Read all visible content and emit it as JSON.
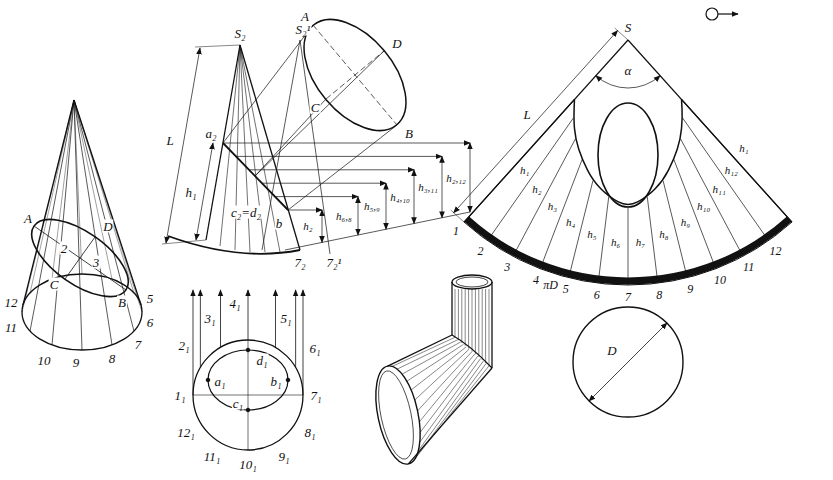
{
  "diagram": {
    "labels": [
      "A",
      "D",
      "C",
      "2",
      "3",
      "B",
      "5",
      "12",
      "11",
      "10",
      "9",
      "8",
      "7",
      "6",
      "S₂",
      "S₂¹",
      "A",
      "D",
      "C",
      "B",
      "L",
      "a₂",
      "h₁",
      "c₂=d₂",
      "b",
      "h₂",
      "h₆,₈",
      "h₅,₉",
      "h₄,₁₀",
      "h₃,₁₁",
      "h₂,₁₂",
      "7₂",
      "7₂¹",
      "1₁",
      "2₁",
      "3₁",
      "4₁",
      "5₁",
      "6₁",
      "7₁",
      "8₁",
      "9₁",
      "10₁",
      "11₁",
      "12₁",
      "a₁",
      "b₁",
      "d₁",
      "c₁",
      "S",
      "L",
      "α",
      "h₁",
      "h₂",
      "h₃",
      "h₄",
      "h₅",
      "h₆",
      "h₇",
      "h₈",
      "h₉",
      "h₁₀",
      "h₁₁",
      "h₁₂",
      "h₁",
      "1",
      "2",
      "3",
      "4",
      "5",
      "6",
      "7",
      "8",
      "9",
      "10",
      "11",
      "12",
      "πD",
      "D"
    ]
  }
}
